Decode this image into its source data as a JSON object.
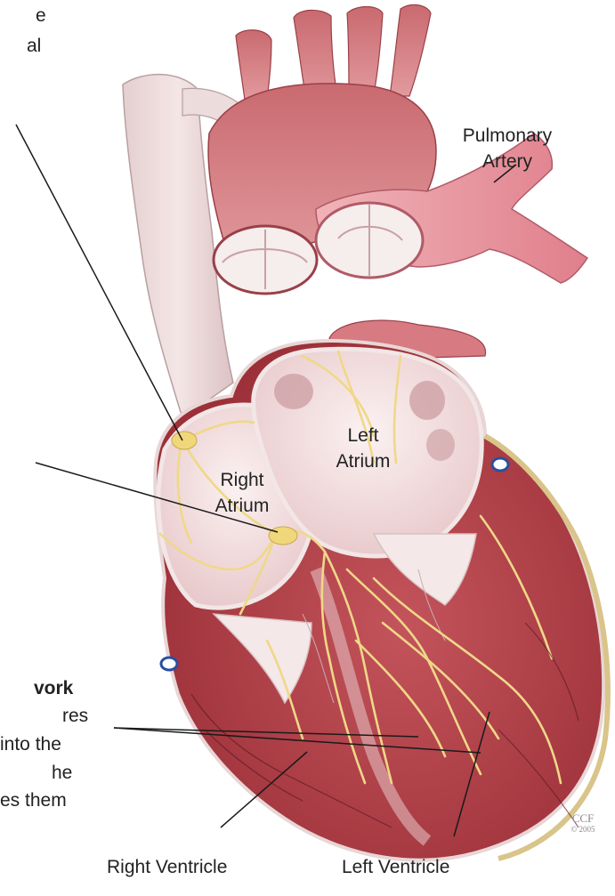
{
  "labels": {
    "cutoff_top_line1": "e",
    "cutoff_top_line2": "al",
    "pulmonary_artery_line1": "Pulmonary",
    "pulmonary_artery_line2": "Artery",
    "left_atrium_line1": "Left",
    "left_atrium_line2": "Atrium",
    "right_atrium_line1": "Right",
    "right_atrium_line2": "Atrium",
    "right_ventricle": "Right Ventricle",
    "left_ventricle": "Left Ventricle",
    "cutoff_bottom_heading": "vork",
    "cutoff_bottom_line1": "res",
    "cutoff_bottom_line2": "into the",
    "cutoff_bottom_line3": "he",
    "cutoff_bottom_line4": "es them"
  },
  "credit": {
    "line1": "CCF",
    "line2": "© 2005"
  },
  "colors": {
    "myocardium": "#b8454d",
    "vessel_pink": "#e79aa0",
    "vena_cava": "#ead8d8",
    "chamber_inner": "#f3dede",
    "conduction_yellow": "#efd888",
    "leader_line": "#1a1a1a"
  }
}
